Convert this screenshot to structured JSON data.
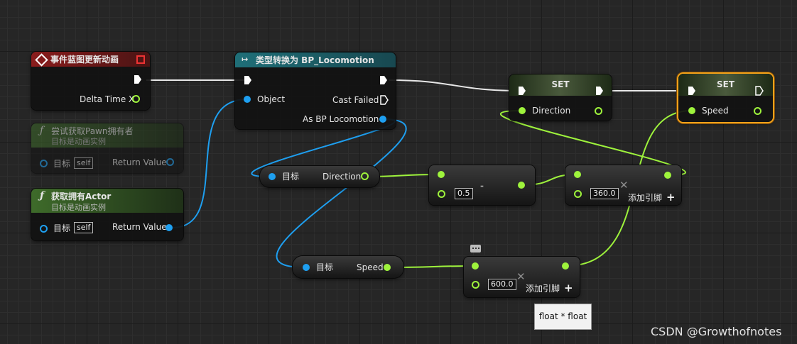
{
  "nodes": {
    "event": {
      "title": "事件蓝图更新动画",
      "delta_label": "Delta Time X"
    },
    "try_pawn": {
      "title": "尝试获取Pawn拥有者",
      "subtitle": "目标是动画实例",
      "target_label": "目标",
      "target_value": "self",
      "return_label": "Return Value"
    },
    "get_actor": {
      "title": "获取拥有Actor",
      "subtitle": "目标是动画实例",
      "target_label": "目标",
      "target_value": "self",
      "return_label": "Return Value"
    },
    "cast": {
      "title": "类型转换为 BP_Locomotion",
      "object_label": "Object",
      "failed_label": "Cast Failed",
      "as_label": "As BP Locomotion"
    },
    "set_direction": {
      "title": "SET",
      "pin_label": "Direction"
    },
    "set_speed": {
      "title": "SET",
      "pin_label": "Speed"
    },
    "get_direction": {
      "target_label": "目标",
      "out_label": "Direction"
    },
    "subtract": {
      "symbol": "-",
      "value": "0.5"
    },
    "add": {
      "value": "360.0",
      "add_pin": "添加引脚"
    },
    "get_speed": {
      "target_label": "目标",
      "out_label": "Speed"
    },
    "multiply": {
      "value": "600.0",
      "add_pin": "添加引脚"
    }
  },
  "tooltip": "float * float",
  "watermark": "CSDN @Growthofnotes",
  "colors": {
    "float_pin": "#9ef33c",
    "object_pin": "#1e9ff0",
    "selection": "#f2a11a",
    "event_header": "#8a1c1c",
    "cast_header": "#1f6f78",
    "function_header": "#3e6b2a"
  },
  "icons": {
    "event": "diamond-event-icon",
    "function": "function-f-icon",
    "comment": "comment-bubble-icon"
  }
}
